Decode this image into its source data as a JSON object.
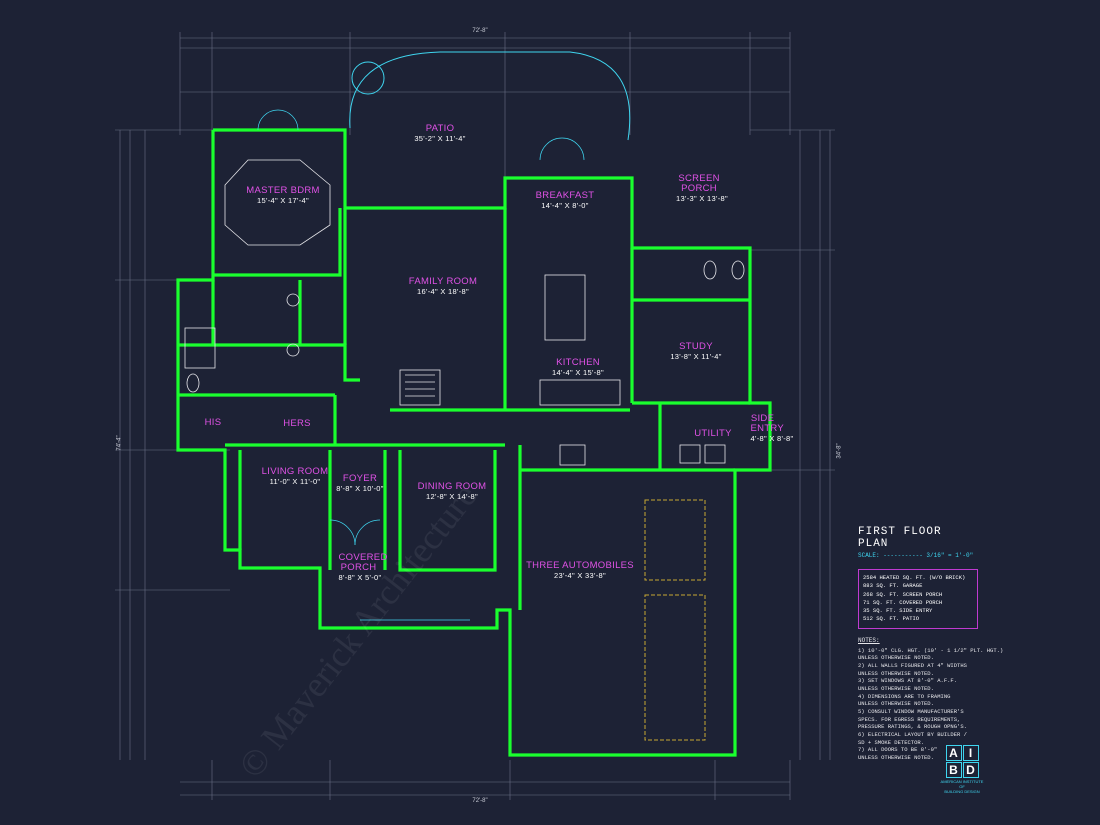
{
  "rooms": {
    "master": {
      "name": "MASTER BDRM",
      "dim": "15'-4\" X 17'-4\""
    },
    "patio": {
      "name": "PATIO",
      "dim": "35'-2\" X 11'-4\""
    },
    "breakfast": {
      "name": "BREAKFAST",
      "dim": "14'-4\" X 8'-0\""
    },
    "screen": {
      "name": "SCREEN PORCH",
      "dim": "13'-3\" X 13'-8\""
    },
    "family": {
      "name": "FAMILY ROOM",
      "dim": "16'-4\" X 18'-8\""
    },
    "kitchen": {
      "name": "KITCHEN",
      "dim": "14'-4\" X 15'-8\""
    },
    "study": {
      "name": "STUDY",
      "dim": "13'-8\" X 11'-4\""
    },
    "his": {
      "name": "HIS",
      "dim": ""
    },
    "hers": {
      "name": "HERS",
      "dim": ""
    },
    "utility": {
      "name": "UTILITY",
      "dim": ""
    },
    "side_entry": {
      "name": "SIDE ENTRY",
      "dim": "4'-8\" X 8'-8\""
    },
    "living": {
      "name": "LIVING ROOM",
      "dim": "11'-0\" X 11'-0\""
    },
    "foyer": {
      "name": "FOYER",
      "dim": "8'-8\" X 10'-0\""
    },
    "dining": {
      "name": "DINING ROOM",
      "dim": "12'-8\" X 14'-8\""
    },
    "garage": {
      "name": "THREE AUTOMOBILES",
      "dim": "23'-4\" X 33'-8\""
    },
    "covered_porch": {
      "name": "COVERED PORCH",
      "dim": "8'-8\" X 5'-0\""
    }
  },
  "dims": {
    "overall_top": "72'-8\"",
    "overall_bottom": "72'-8\"",
    "left_side": "74'-4\"",
    "right_side": "34'-8\""
  },
  "panel": {
    "title": "FIRST FLOOR PLAN",
    "scale": "SCALE: ----------- 3/16\" = 1'-0\"",
    "areas": [
      "2584 HEATED SQ. FT. (W/O BRICK)",
      "883 SQ. FT. GARAGE",
      "268 SQ. FT. SCREEN PORCH",
      "71 SQ. FT. COVERED PORCH",
      "35 SQ. FT. SIDE ENTRY",
      "512 SQ. FT. PATIO"
    ],
    "notes_heading": "NOTES:",
    "notes": [
      "1) 10'-0\" CLG. HGT. (10' - 1 1/2\" PLT. HGT.)",
      "   UNLESS OTHERWISE NOTED.",
      "2) ALL WALLS FIGURED AT 4\" WIDTHS",
      "   UNLESS OTHERWISE NOTED.",
      "3) SET WINDOWS AT 8'-0\" A.F.F.",
      "   UNLESS OTHERWISE NOTED.",
      "4) DIMENSIONS ARE TO FRAMING",
      "   UNLESS OTHERWISE NOTED.",
      "5) CONSULT WINDOW MANUFACTURER'S",
      "   SPECS. FOR EGRESS REQUIREMENTS,",
      "   PRESSURE RATINGS, & ROUGH OPNG'S.",
      "6) ELECTRICAL LAYOUT BY BUILDER /",
      "   SD + SMOKE DETECTOR.",
      "7) ALL DOORS TO BE 8'-0\"",
      "   UNLESS OTHERWISE NOTED."
    ]
  },
  "logo": {
    "letters": [
      "A",
      "I",
      "B",
      "D"
    ],
    "caption_1": "AMERICAN INSTITUTE",
    "caption_2": "OF",
    "caption_3": "BUILDING DESIGN"
  },
  "colors": {
    "background": "#1d2235",
    "walls": "#1aff2e",
    "room_names": "#e052e6",
    "dims": "#c9ccd6",
    "accent": "#3fd6f0",
    "garage_outline": "#c8a832"
  }
}
